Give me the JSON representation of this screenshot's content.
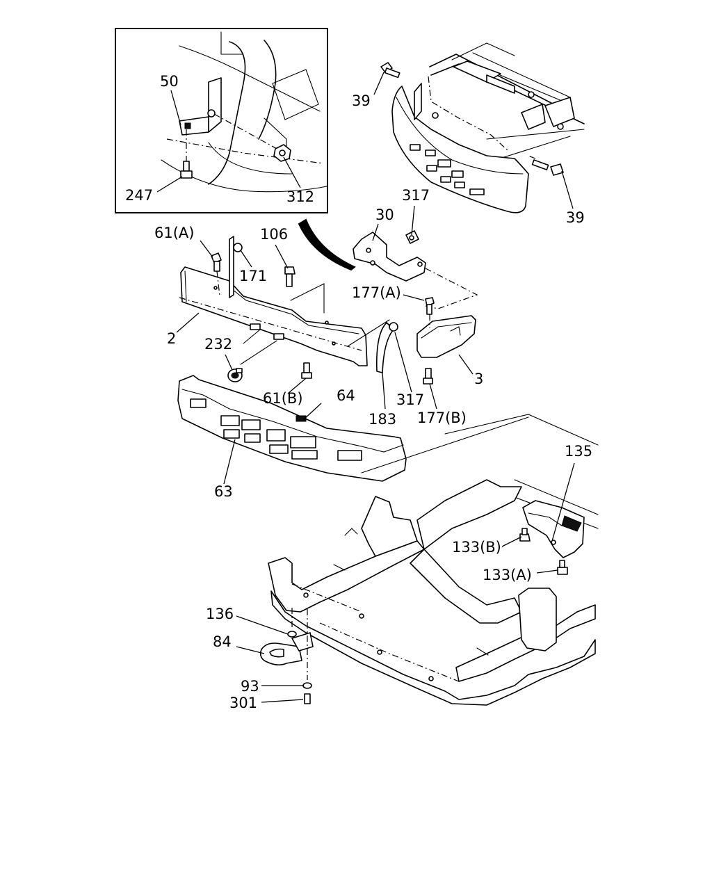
{
  "labels": {
    "p50": "50",
    "p247": "247",
    "p312": "312",
    "p39a": "39",
    "p39b": "39",
    "p317a": "317",
    "p30": "30",
    "p61a": "61(A)",
    "p106": "106",
    "p171": "171",
    "p177a": "177(A)",
    "p2": "2",
    "p232": "232",
    "p3": "3",
    "p61b": "61(B)",
    "p64": "64",
    "p317b": "317",
    "p183": "183",
    "p177b": "177(B)",
    "p63": "63",
    "p135": "135",
    "p133b": "133(B)",
    "p133a": "133(A)",
    "p136": "136",
    "p84": "84",
    "p93": "93",
    "p301": "301"
  }
}
